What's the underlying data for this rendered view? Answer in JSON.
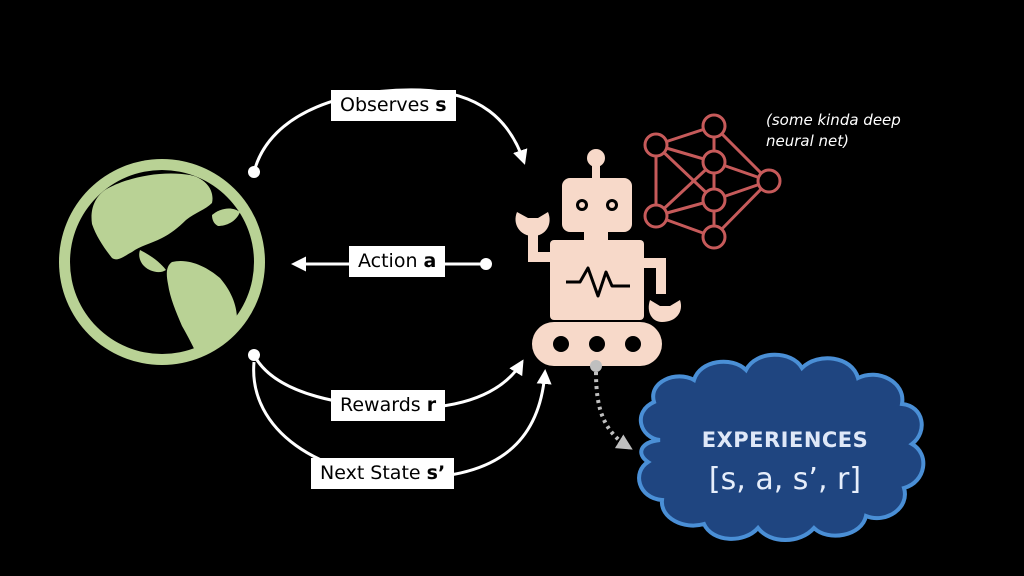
{
  "labels": {
    "observes_text": "Observes ",
    "observes_var": "s",
    "action_text": "Action ",
    "action_var": "a",
    "rewards_text": "Rewards ",
    "rewards_var": "r",
    "next_state_text": "Next State ",
    "next_state_var": "s’"
  },
  "note": {
    "line1": "(some kinda deep",
    "line2": "neural net)"
  },
  "experiences": {
    "title": "EXPERIENCES",
    "tuple": "[s, a, s’, r]"
  },
  "icons": [
    "earth-globe-icon",
    "robot-icon",
    "neural-net-icon",
    "cloud-icon"
  ],
  "colors": {
    "background": "#000000",
    "earth": "#b9d295",
    "robot": "#f7d9c9",
    "neural_net": "#c65a5a",
    "cloud_fill": "#1f4580",
    "cloud_border": "#4a8fd6",
    "arrows": "#ffffff",
    "dotted_arrow": "#bfbfbf"
  }
}
